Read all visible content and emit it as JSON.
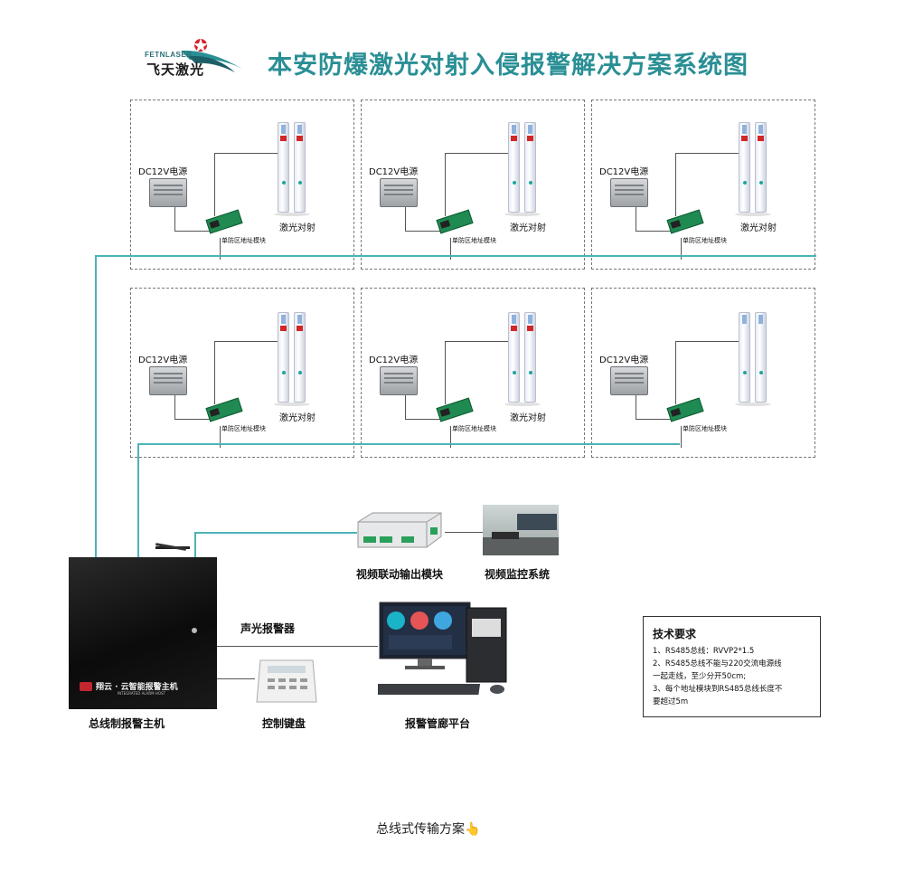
{
  "logo": {
    "en": "FETNLASER",
    "cn": "飞天激光"
  },
  "title": "本安防爆激光对射入侵报警解决方案系统图",
  "zones": [
    {
      "psu_label": "DC12V电源",
      "module_label": "单防区地址模块",
      "laser_label": "激光对射"
    },
    {
      "psu_label": "DC12V电源",
      "module_label": "单防区地址模块",
      "laser_label": "激光对射"
    },
    {
      "psu_label": "DC12V电源",
      "module_label": "单防区地址模块",
      "laser_label": "激光对射"
    },
    {
      "psu_label": "DC12V电源",
      "module_label": "单防区地址模块",
      "laser_label": "激光对射"
    },
    {
      "psu_label": "DC12V电源",
      "module_label": "单防区地址模块",
      "laser_label": "激光对射"
    },
    {
      "psu_label": "DC12V电源",
      "module_label": "单防区地址模块",
      "laser_label": ""
    }
  ],
  "laser_badge": "Ex",
  "devices": {
    "video_module": "视频联动输出模块",
    "video_system": "视频监控系统",
    "alarm_horn": "声光报警器",
    "host": "总线制报警主机",
    "host_brand": "翔云 · 云智能报警主机",
    "host_brand_sub": "INTEGRATED ALARM HOST",
    "keyboard": "控制键盘",
    "platform": "报警管廊平台"
  },
  "tech": {
    "title": "技术要求",
    "lines": [
      "1、RS485总线：RVVP2*1.5",
      "2、RS485总线不能与220交流电源线",
      "一起走线，至少分开50cm;",
      "3、每个地址模块到RS485总线长度不",
      "要超过5m"
    ]
  },
  "footer": {
    "text": "总线式传输方案",
    "emoji": "👆"
  },
  "colors": {
    "title": "#2a8f95",
    "bus": "#4cb3b8",
    "module": "#1f8a52",
    "ex_badge": "#d32626"
  }
}
